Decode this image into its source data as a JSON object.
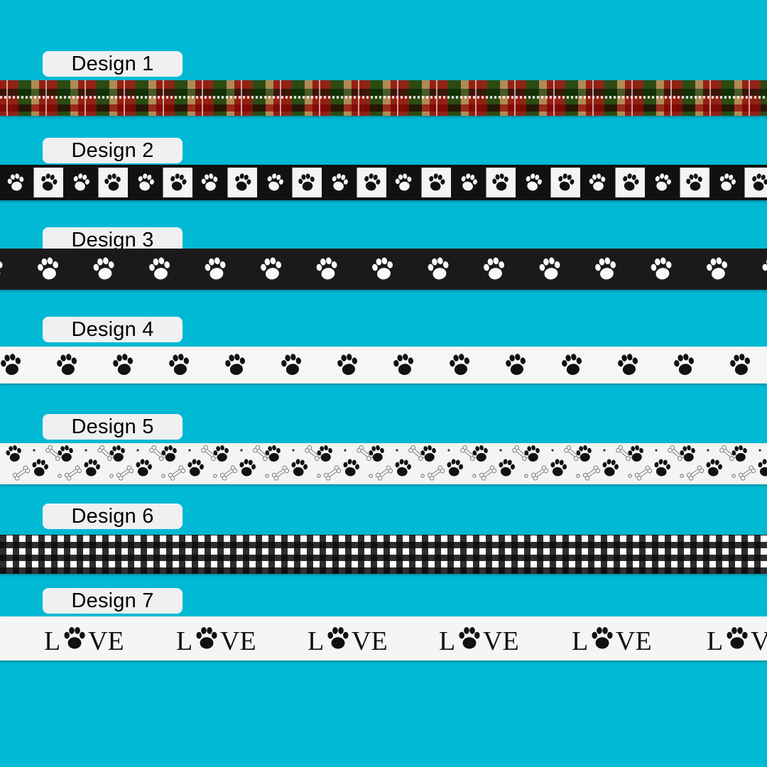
{
  "designs": [
    {
      "label": "Design 1"
    },
    {
      "label": "Design 2"
    },
    {
      "label": "Design 3"
    },
    {
      "label": "Design 4"
    },
    {
      "label": "Design 5"
    },
    {
      "label": "Design 6"
    },
    {
      "label": "Design 7"
    }
  ],
  "colors": {
    "background": "#00b9d4",
    "label_bg": "#eef0f2",
    "tartan_red": "#d93a3a",
    "tartan_green": "#3f8a3a",
    "tartan_tan": "#b08a55",
    "black": "#111111",
    "white": "#ffffff"
  },
  "love_word": {
    "L": "L",
    "VE": "VE"
  }
}
